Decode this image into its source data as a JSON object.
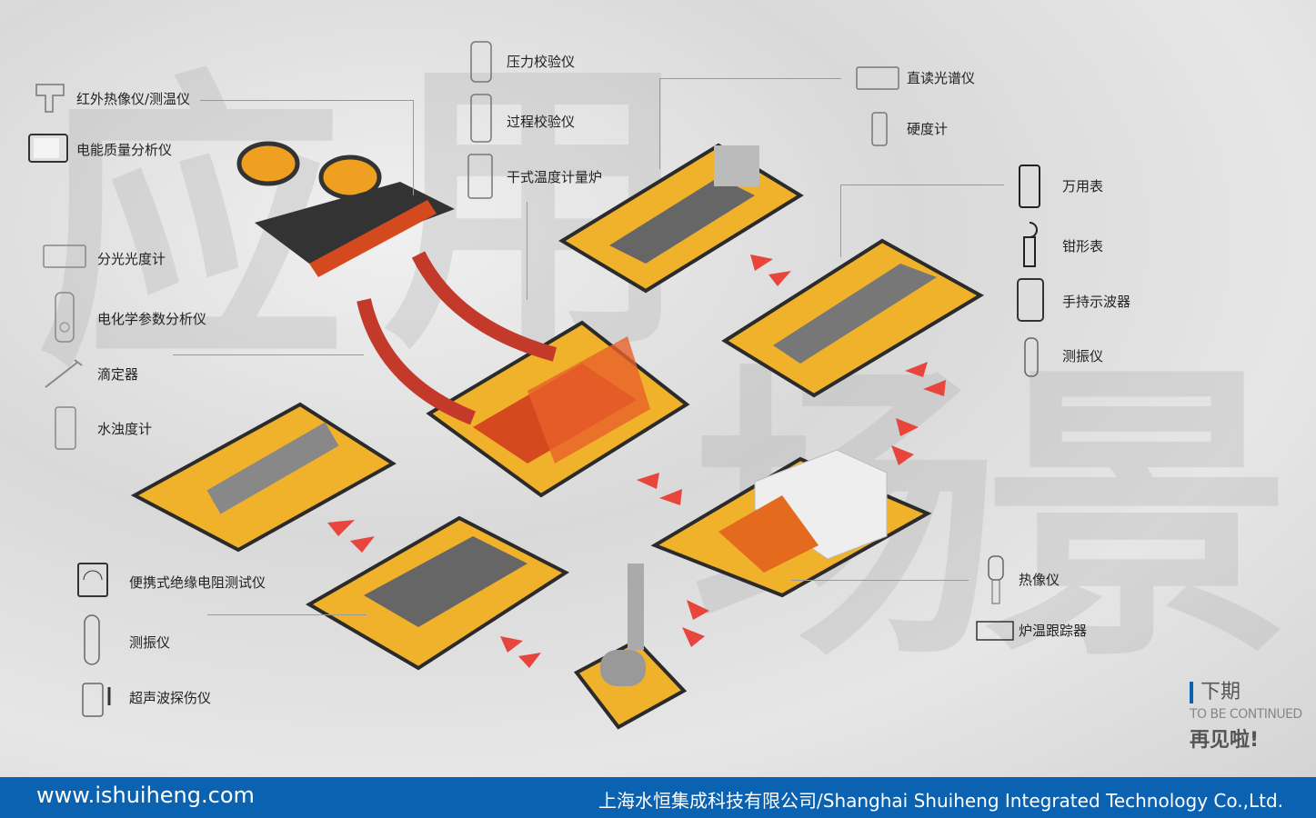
{
  "watermark": [
    "应",
    "用",
    "场",
    "景"
  ],
  "labels": {
    "l1": "红外热像仪/测温仪",
    "l2": "电能质量分析仪",
    "l3": "分光光度计",
    "l4": "电化学参数分析仪",
    "l5": "滴定器",
    "l6": "水浊度计",
    "l7": "便携式绝缘电阻测试仪",
    "l8": "测振仪",
    "l9": "超声波探伤仪",
    "t1": "压力校验仪",
    "t2": "过程校验仪",
    "t3": "干式温度计量炉",
    "r1": "直读光谱仪",
    "r2": "硬度计",
    "r3": "万用表",
    "r4": "钳形表",
    "r5": "手持示波器",
    "r6": "测振仪",
    "r7": "热像仪",
    "r8": "炉温跟踪器"
  },
  "next": {
    "title": "下期",
    "subtitle": "TO BE CONTINUED",
    "bye": "再见啦!"
  },
  "footer": {
    "url": "www.ishuiheng.com",
    "company": "上海水恒集成科技有限公司/Shanghai Shuiheng Integrated Technology Co.,Ltd."
  },
  "colors": {
    "platform": "#f0b22a",
    "accent": "#0a62b0",
    "arrow": "#e8453c"
  }
}
